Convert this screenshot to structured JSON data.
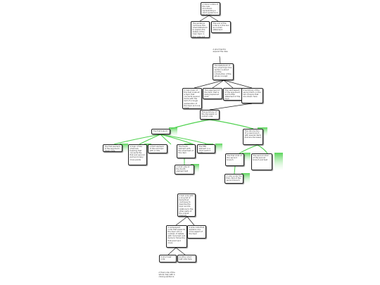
{
  "colors": {
    "ink": "#222222",
    "branch_green": "#4fd24f",
    "branch_fade": "#e9fbe9"
  },
  "nodes": {
    "n1": {
      "text": "A minor notice of the new document: representing a short sentence in this frame"
    },
    "n2": {
      "text": "The sentence continues this small statement to explain the details of the main topic in this node and more"
    },
    "n3": {
      "text": "The end of the note is in this box as a small statement"
    },
    "n4": {
      "text": "A short text to expand the idea"
    },
    "n5": {
      "text": "The statement of the small topic this section is about and the introduction of the whole concept"
    },
    "n6": {
      "text": "A main topic of this text is about a topic that connects several items with the text of a longer explanation of the topic and one more"
    },
    "n7": {
      "text": "The argument of the topic that is being explained here"
    },
    "n8": {
      "text": "The next aspect of the argument and further statement of the topic"
    },
    "n9": {
      "text": "A summary of the second item on the list of topics that are shown here"
    },
    "n10": {
      "text": "The summary of the discussion in a short note"
    },
    "n11": {
      "text": "The first branch"
    },
    "n12": {
      "text": "The introduction of a new branch with several items that are discussed"
    },
    "n13": {
      "text": "The first element of the argument shown here"
    },
    "n14": {
      "text": "A topic of the small sub heading that connects the first and second part and many more points"
    },
    "n15": {
      "text": "A third element of the sub topic with a note"
    },
    "n16": {
      "text": "The fourth element with the small text of this item"
    },
    "n17": {
      "text": "The fifth element in a short section note"
    },
    "n18": {
      "text": "A child note of the fourth element text"
    },
    "n19": {
      "text": "The first child of the second branch"
    },
    "n20": {
      "text": "The second child of the second branch and text"
    },
    "n21": {
      "text": "A note under the first child of the second branch"
    },
    "n22": {
      "text": "A tall node with a long list of items that continues to describe the topic and its relations to the other parts of the overall diagram"
    },
    "n23": {
      "text": "A subsequent node that expands the topic into a number of details with more text and items to follow the first point and more"
    },
    "n24": {
      "text": "A side node that explains one more aspect of the topic"
    },
    "n25": {
      "text": "A short leaf note"
    },
    "n26": {
      "text": "Another short leaf note here"
    },
    "n27": {
      "text": "A final note of the whole map with a closing sentence"
    }
  }
}
